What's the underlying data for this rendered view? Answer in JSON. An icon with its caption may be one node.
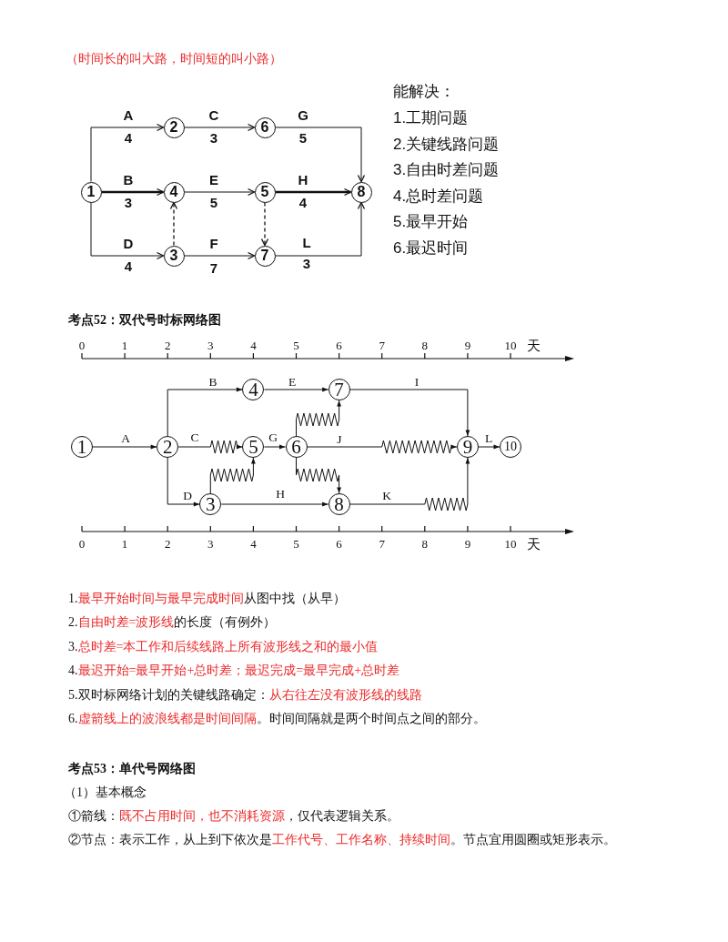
{
  "diagram": {
    "nodes": [
      {
        "text": [
          "1"
        ]
      },
      {
        "text": [
          "2"
        ]
      },
      {
        "text": [
          "3"
        ]
      },
      {
        "text": [
          "4"
        ]
      },
      {
        "text": [
          "5"
        ]
      },
      {
        "text": [
          "6"
        ]
      },
      {
        "text": [
          "7"
        ]
      },
      {
        "text": [
          "8"
        ]
      },
      {
        "text": [
          "1"
        ]
      },
      {
        "text": [
          "2"
        ]
      },
      {
        "text": [
          "3"
        ]
      },
      {
        "text": [
          "4"
        ]
      },
      {
        "text": [
          "5"
        ]
      },
      {
        "text": [
          "6"
        ]
      },
      {
        "text": [
          "7"
        ]
      },
      {
        "text": [
          "8"
        ]
      },
      {
        "text": [
          "9"
        ]
      },
      {
        "text": [
          "10"
        ]
      }
    ],
    "edges": [
      {
        "from": 0,
        "to": 1,
        "arrow": "to",
        "label": "A"
      },
      {
        "from": 1,
        "to": 5,
        "arrow": "to",
        "label": "C"
      },
      {
        "from": 5,
        "to": 7,
        "arrow": "to",
        "label": "G"
      },
      {
        "from": 0,
        "to": 3,
        "arrow": "to",
        "label": "B",
        "style": "thick"
      },
      {
        "from": 3,
        "to": 4,
        "arrow": "to",
        "label": "E"
      },
      {
        "from": 4,
        "to": 7,
        "arrow": "to",
        "label": "H",
        "style": "thick"
      },
      {
        "from": 0,
        "to": 2,
        "arrow": "to",
        "label": "D"
      },
      {
        "from": 2,
        "to": 6,
        "arrow": "to",
        "label": "F"
      },
      {
        "from": 6,
        "to": 7,
        "arrow": "to",
        "label": "L"
      },
      {
        "from": 2,
        "to": 3,
        "arrow": "to",
        "style": "dashed"
      },
      {
        "from": 4,
        "to": 6,
        "arrow": "to",
        "style": "dashed"
      },
      {
        "from": 8,
        "to": 9,
        "arrow": "to",
        "label": "A"
      },
      {
        "from": 9,
        "to": 11,
        "arrow": "to",
        "label": "B"
      },
      {
        "from": 11,
        "to": 14,
        "arrow": "to",
        "label": "E"
      },
      {
        "from": 14,
        "to": 16,
        "arrow": "to",
        "label": "I"
      },
      {
        "from": 9,
        "to": 12,
        "arrow": "to",
        "label": "C"
      },
      {
        "from": 12,
        "to": 13,
        "arrow": "to",
        "label": "G"
      },
      {
        "from": 13,
        "to": 16,
        "arrow": "to",
        "label": "J"
      },
      {
        "from": 16,
        "to": 17,
        "arrow": "to",
        "label": "L"
      },
      {
        "from": 9,
        "to": 10,
        "arrow": "to",
        "label": "D"
      },
      {
        "from": 10,
        "to": 15,
        "arrow": "to",
        "label": "H"
      },
      {
        "from": 15,
        "to": 16,
        "arrow": "to",
        "label": "K"
      },
      {
        "from": 10,
        "to": 12,
        "arrow": "to"
      },
      {
        "from": 13,
        "to": 14,
        "arrow": "to"
      },
      {
        "from": 13,
        "to": 15,
        "arrow": "to"
      }
    ],
    "labels": [
      "（时间长的叫大路，时间短的叫小路）",
      "能解决：",
      "1.工期问题",
      "2.关键线路问题",
      "3.自由时差问题",
      "4.总时差问题",
      "5.最早开始",
      "6.最迟时间",
      "4",
      "3",
      "5",
      "3",
      "5",
      "4",
      "4",
      "7",
      "3",
      "考点52：双代号时标网络图",
      "0",
      "1",
      "2",
      "3",
      "4",
      "5",
      "6",
      "7",
      "8",
      "9",
      "10",
      "天",
      "0",
      "1",
      "2",
      "3",
      "4",
      "5",
      "6",
      "7",
      "8",
      "9",
      "10",
      "天",
      "1.最早开始时间与最早完成时间从图中找（从早）",
      "2.自由时差=波形线的长度（有例外）",
      "3.总时差=本工作和后续线路上所有波形线之和的最小值",
      "4.最迟开始=最早开始+总时差；最迟完成=最早完成+总时差",
      "5.双时标网络计划的关键线路确定：从右往左没有波形线的线路",
      "6.虚箭线上的波浪线都是时间间隔。时间间隔就是两个时间点之间的部分。",
      "考点53：单代号网络图",
      "（1）基本概念",
      "①箭线：既不占用时间，也不消耗资源，仅代表逻辑关系。",
      "②节点：表示工作，从上到下依次是工作代号、工作名称、持续时间。节点宜用圆圈或矩形表示。"
    ]
  }
}
